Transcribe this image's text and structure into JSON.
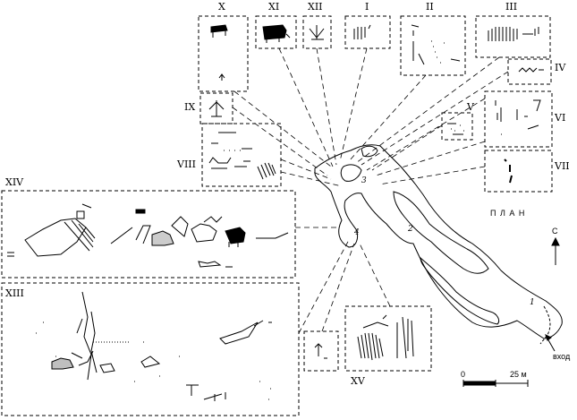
{
  "plan_label": "П Л А Н",
  "north_label": "С",
  "entrance_label": "вход",
  "scale": {
    "start": "0",
    "end": "25 м"
  },
  "chambers": [
    "1",
    "2",
    "3",
    "4"
  ],
  "panels": [
    {
      "id": "I",
      "label": "I"
    },
    {
      "id": "II",
      "label": "II"
    },
    {
      "id": "III",
      "label": "III"
    },
    {
      "id": "IV",
      "label": "IV"
    },
    {
      "id": "V",
      "label": "V"
    },
    {
      "id": "VI",
      "label": "VI"
    },
    {
      "id": "VII",
      "label": "VII"
    },
    {
      "id": "VIII",
      "label": "VIII"
    },
    {
      "id": "IX",
      "label": "IX"
    },
    {
      "id": "X",
      "label": "X"
    },
    {
      "id": "XI",
      "label": "XI"
    },
    {
      "id": "XII",
      "label": "XII"
    },
    {
      "id": "XIII",
      "label": "XIII"
    },
    {
      "id": "XIV",
      "label": "XIV"
    },
    {
      "id": "XV",
      "label": "XV"
    }
  ]
}
